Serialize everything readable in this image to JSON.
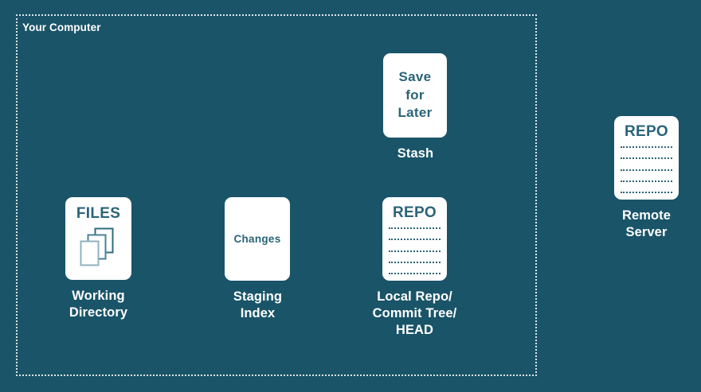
{
  "diagram": {
    "background_color": "#1a5468",
    "card_color": "#ffffff",
    "accent_color": "#2a6478",
    "label_color": "#ffffff",
    "boundary": {
      "title": "Your Computer",
      "border_style": "dotted",
      "border_color": "#dfe9ee"
    },
    "nodes": [
      {
        "id": "working-directory",
        "card_title": "FILES",
        "label": "Working\nDirectory",
        "icon": "stacked-files-icon"
      },
      {
        "id": "staging-index",
        "card_title": "Changes",
        "label": "Staging\nIndex",
        "icon": null
      },
      {
        "id": "local-repo",
        "card_title": "REPO",
        "label": "Local Repo/\nCommit Tree/\nHEAD",
        "icon": "ruled-lines-icon",
        "rule_count": 5
      },
      {
        "id": "stash",
        "card_title": "Save\nfor\nLater",
        "label": "Stash",
        "icon": null
      },
      {
        "id": "remote-server",
        "card_title": "REPO",
        "label": "Remote\nServer",
        "icon": "ruled-lines-icon",
        "rule_count": 5
      }
    ]
  }
}
